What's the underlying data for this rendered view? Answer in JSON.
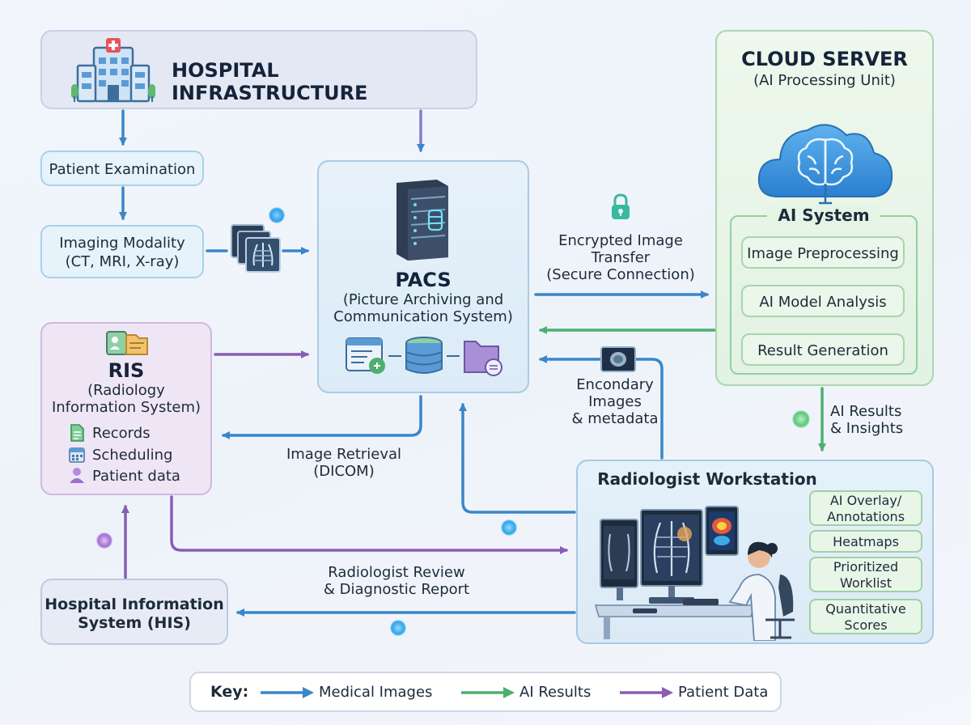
{
  "hospital": {
    "title": "HOSPITAL INFRASTRUCTURE",
    "icon": "hospital-building-icon"
  },
  "patient_exam": {
    "label": "Patient Examination"
  },
  "imaging": {
    "line1": "Imaging Modality",
    "line2": "(CT, MRI, X-ray)",
    "icon": "xray-films-icon"
  },
  "pacs": {
    "title": "PACS",
    "line1": "(Picture Archiving and",
    "line2": "Communication System)",
    "icons": [
      "server-icon",
      "browser-icon",
      "database-icon",
      "folder-icon"
    ]
  },
  "ris": {
    "title": "RIS",
    "line1": "(Radiology",
    "line2": "Information System)",
    "items": [
      {
        "label": "Records",
        "icon": "document-icon"
      },
      {
        "label": "Scheduling",
        "icon": "calendar-icon"
      },
      {
        "label": "Patient data",
        "icon": "person-icon"
      }
    ]
  },
  "his": {
    "line1": "Hospital Information",
    "line2": "System (HIS)"
  },
  "cloud": {
    "title": "CLOUD SERVER",
    "subtitle": "(AI Processing Unit)",
    "icon": "cloud-brain-icon",
    "ai_system": {
      "title": "AI System",
      "steps": [
        "Image Preprocessing",
        "AI Model Analysis",
        "Result Generation"
      ]
    }
  },
  "transfer": {
    "line1": "Encrypted Image",
    "line2": "Transfer",
    "line3": "(Secure Connection)",
    "icon": "lock-icon"
  },
  "secondary": {
    "line1": "Encondary",
    "line2": "Images",
    "line3": "& metadata",
    "icon": "scan-thumbnail-icon"
  },
  "ai_results": {
    "line1": "AI Results",
    "line2": "& Insights"
  },
  "retrieval": {
    "line1": "Image Retrieval",
    "line2": "(DICOM)"
  },
  "review": {
    "line1": "Radiologist Review",
    "line2": "& Diagnostic Report"
  },
  "workstation": {
    "title": "Radiologist Workstation",
    "icon": "radiologist-at-monitors-icon",
    "tags": [
      {
        "line1": "AI Overlay/",
        "line2": "Annotations"
      },
      {
        "line1": "Heatmaps",
        "line2": ""
      },
      {
        "line1": "Prioritized",
        "line2": "Worklist"
      },
      {
        "line1": "Quantitative",
        "line2": "Scores"
      }
    ]
  },
  "key": {
    "title": "Key:",
    "items": [
      {
        "label": "Medical Images",
        "color": "#3a86c8"
      },
      {
        "label": "AI Results",
        "color": "#4fae6f"
      },
      {
        "label": "Patient Data",
        "color": "#8a5cb5"
      }
    ]
  },
  "colors": {
    "blue": "#3a86c8",
    "green": "#4fae6f",
    "purple": "#8a5cb5"
  }
}
